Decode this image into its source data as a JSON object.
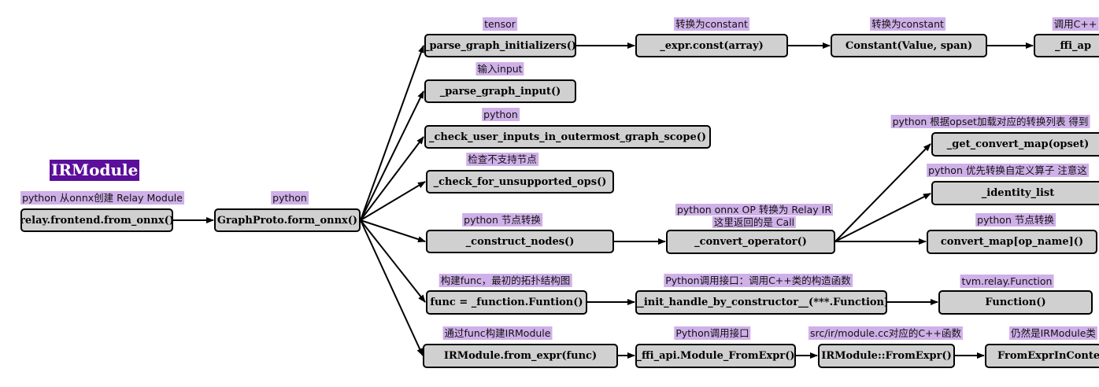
{
  "title": "IRModule",
  "nodes": {
    "from_onnx": "relay.frontend.from_onnx()",
    "form_onnx": "GraphProto.form_onnx()",
    "parse_init": "_parse_graph_initializers()",
    "expr_const": "_expr.const(array)",
    "constant": "Constant(Value, span)",
    "ffi_ap": "_ffi_ap",
    "parse_input": "_parse_graph_input()",
    "check_inputs": "_check_user_inputs_in_outermost_graph_scope()",
    "check_ops": "_check_for_unsupported_ops()",
    "construct_nodes": "_construct_nodes()",
    "convert_operator": "_convert_operator()",
    "get_convert_map": "_get_convert_map(opset)",
    "identity_list": "_identity_list",
    "convert_map": "convert_map[op_name]()",
    "func": "func = _function.Funtion()",
    "init_handle": "__init_handle_by_constructor__(***.Function)",
    "function": "Function()",
    "from_expr": "IRModule.from_expr(func)",
    "ffi_from_expr": "_ffi_api.Module_FromExpr()",
    "cpp_from_expr": "IRModule::FromExpr()",
    "from_expr_ctx": "FromExprInContex"
  },
  "labels": {
    "from_onnx": "python 从onnx创建 Relay Module",
    "form_onnx": "python",
    "parse_init": "tensor",
    "expr_const": "转换为constant",
    "constant": "转换为constant",
    "ffi_ap": "调用C++",
    "parse_input": "输入input",
    "check_inputs": "python",
    "check_ops": "检查不支持节点",
    "construct_nodes": "python  节点转换",
    "convert_operator_1": "python  onnx OP 转换为 Relay IR",
    "convert_operator_2": "这里返回的是 Call",
    "get_convert_map": "python 根据opset加载对应的转换列表  得到",
    "identity_list": "python 优先转换自定义算子  注意这",
    "convert_map": "python 节点转换",
    "func": "构建func，最初的拓扑结构图",
    "init_handle": "Python调用接口：调用C++类的构造函数",
    "function": "tvm.relay.Function",
    "from_expr": "通过func构建IRModule",
    "ffi_from_expr": "Python调用接口",
    "cpp_from_expr": "src/ir/module.cc对应的C++函数",
    "from_expr_ctx": "仍然是IRModule类"
  },
  "colors": {
    "label_bg": "#cfb0e8",
    "title_bg": "#5b0f9a",
    "node_fill": "#d0d0d0",
    "edge": "#000000"
  }
}
